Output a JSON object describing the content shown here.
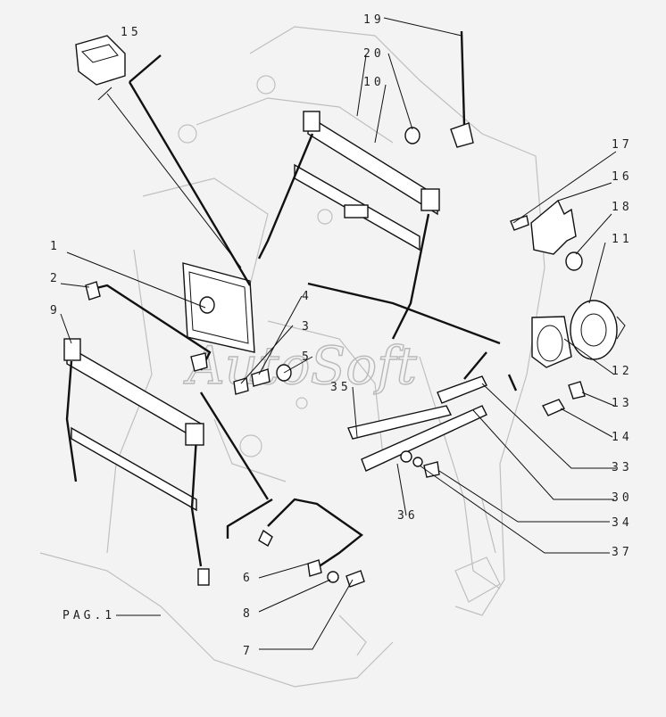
{
  "labels": {
    "l1": "1",
    "l2": "2",
    "l3": "3",
    "l4": "4",
    "l5": "5",
    "l6": "6",
    "l7": "7",
    "l8": "8",
    "l9": "9",
    "l10": "10",
    "l11": "11",
    "l12": "12",
    "l13": "13",
    "l14": "14",
    "l15": "15",
    "l16": "16",
    "l17": "17",
    "l18": "18",
    "l19": "19",
    "l20": "20",
    "l30": "30",
    "l33": "33",
    "l34": "34",
    "l35": "35",
    "l36": "36",
    "l37": "37"
  },
  "page_ref": "PAG.1",
  "watermark": "AutoSoft"
}
